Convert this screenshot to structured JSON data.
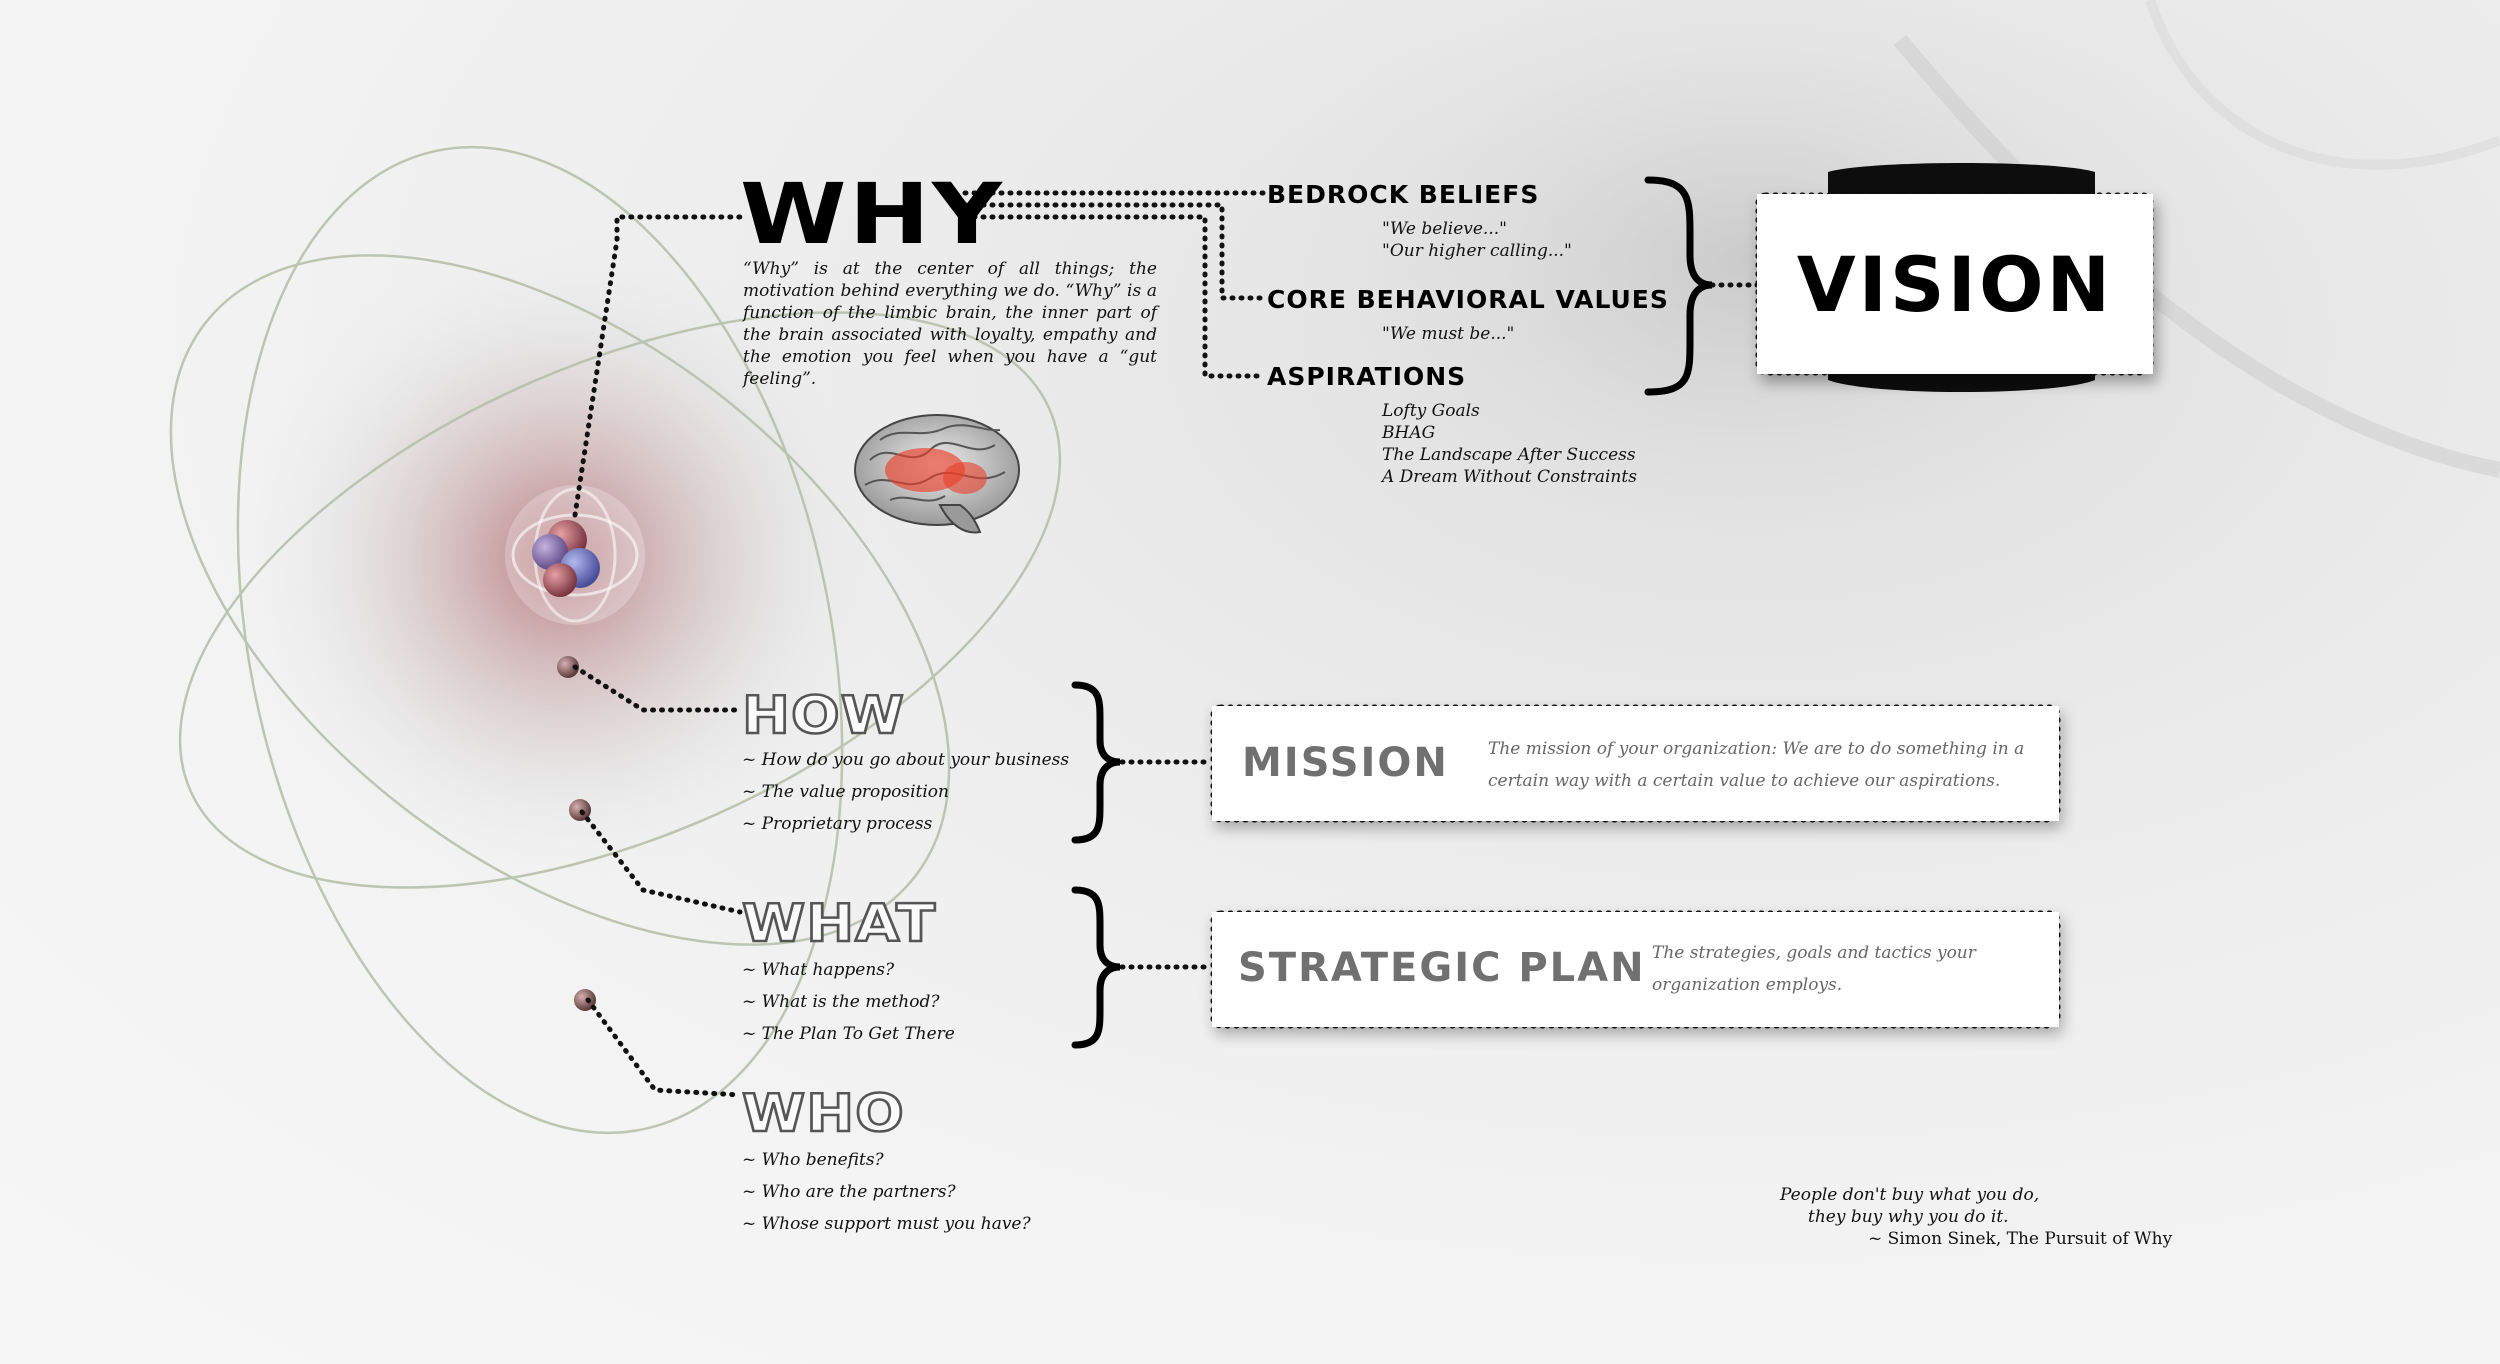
{
  "why": {
    "title": "WHY",
    "description": "“Why” is at the center of all things; the motivation behind everything we do. “Why” is a function of the limbic brain, the inner part of the brain associated with loyalty, empathy and the emotion you feel when you have a “gut feeling”."
  },
  "bedrock": {
    "title": "BEDROCK BELIEFS",
    "lines": [
      "\"We believe...\"",
      "\"Our higher calling...\""
    ]
  },
  "values": {
    "title": "CORE BEHAVIORAL VALUES",
    "lines": [
      "\"We must be...\""
    ]
  },
  "aspirations": {
    "title": "ASPIRATIONS",
    "lines": [
      "Lofty Goals",
      "BHAG",
      "The Landscape After Success",
      "A Dream Without Constraints"
    ]
  },
  "vision": {
    "title": "VISION"
  },
  "how": {
    "title": "HOW",
    "items": [
      "~ How do you go about your business",
      "~ The value proposition",
      "~ Proprietary process"
    ]
  },
  "what": {
    "title": "WHAT",
    "items": [
      "~ What happens?",
      "~ What is the method?",
      "~ The Plan To Get There"
    ]
  },
  "who": {
    "title": "WHO",
    "items": [
      "~ Who benefits?",
      "~ Who are the partners?",
      "~ Whose support must you have?"
    ]
  },
  "mission": {
    "title": "MISSION",
    "description": "The mission of your organization: We are to do something in a certain way with a certain value to achieve our aspirations."
  },
  "strategic": {
    "title": "STRATEGIC PLAN",
    "description": "The strategies, goals and tactics your organization employs."
  },
  "quote": {
    "line1": "People don't buy what you do,",
    "line2": "they buy why you do it.",
    "attribution": "~ Simon Sinek, The Pursuit of Why"
  }
}
